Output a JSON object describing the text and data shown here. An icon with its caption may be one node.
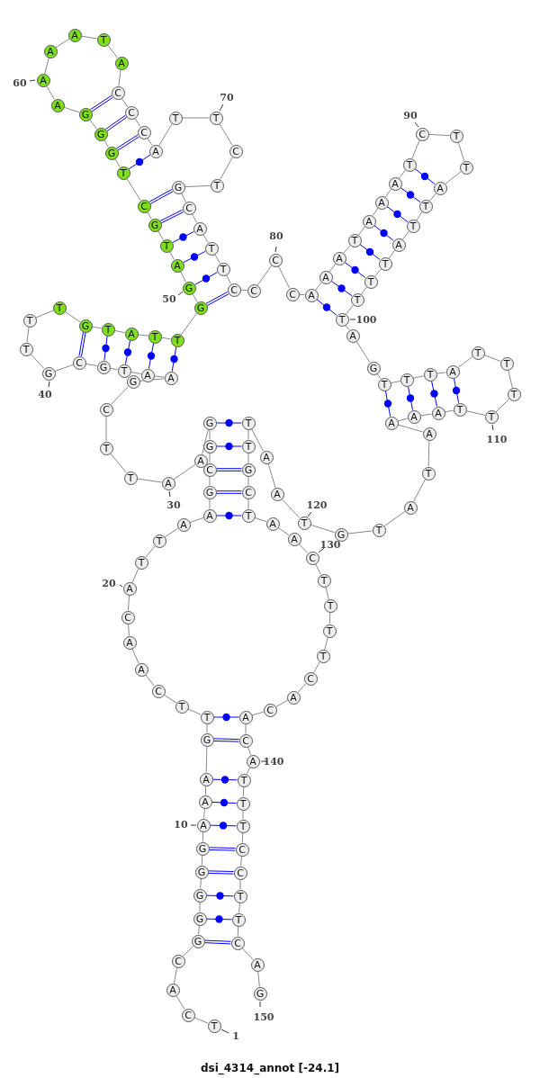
{
  "diagram": {
    "caption": "dsi_4314_annot [-24.1]",
    "nodes": [
      {
        "text": [
          "T"
        ],
        "beside": [
          "1"
        ]
      },
      {
        "text": [
          "C"
        ]
      },
      {
        "text": [
          "A"
        ]
      },
      {
        "text": [
          "C"
        ]
      },
      {
        "text": [
          "G"
        ]
      },
      {
        "text": [
          "G"
        ]
      },
      {
        "text": [
          "G"
        ]
      },
      {
        "text": [
          "G"
        ]
      },
      {
        "text": [
          "G"
        ]
      },
      {
        "text": [
          "A"
        ],
        "beside": [
          "10"
        ]
      },
      {
        "text": [
          "A"
        ]
      },
      {
        "text": [
          "A"
        ]
      },
      {
        "text": [
          "G"
        ]
      },
      {
        "text": [
          "T"
        ]
      },
      {
        "text": [
          "T"
        ]
      },
      {
        "text": [
          "C"
        ]
      },
      {
        "text": [
          "A"
        ]
      },
      {
        "text": [
          "A"
        ]
      },
      {
        "text": [
          "C"
        ]
      },
      {
        "text": [
          "A"
        ],
        "beside": [
          "20"
        ]
      },
      {
        "text": [
          "T"
        ]
      },
      {
        "text": [
          "T"
        ]
      },
      {
        "text": [
          "A"
        ]
      },
      {
        "text": [
          "A"
        ]
      },
      {
        "text": [
          "G"
        ]
      },
      {
        "text": [
          "C"
        ]
      },
      {
        "text": [
          "G"
        ]
      },
      {
        "text": [
          "G"
        ]
      },
      {
        "text": [
          "A"
        ]
      },
      {
        "text": [
          "A"
        ],
        "beside": [
          "30"
        ]
      },
      {
        "text": [
          "T"
        ]
      },
      {
        "text": [
          "T"
        ]
      },
      {
        "text": [
          "C"
        ]
      },
      {
        "text": [
          "G"
        ]
      },
      {
        "text": [
          "A"
        ]
      },
      {
        "text": [
          "A"
        ]
      },
      {
        "text": [
          "T"
        ]
      },
      {
        "text": [
          "G"
        ]
      },
      {
        "text": [
          "C"
        ]
      },
      {
        "text": [
          "G"
        ],
        "beside": [
          "40"
        ]
      },
      {
        "text": [
          "T"
        ]
      },
      {
        "text": [
          "T"
        ]
      },
      {
        "text": [
          "T"
        ]
      },
      {
        "text": [
          "G"
        ]
      },
      {
        "text": [
          "T"
        ]
      },
      {
        "text": [
          "A"
        ]
      },
      {
        "text": [
          "T"
        ]
      },
      {
        "text": [
          "T"
        ]
      },
      {
        "text": [
          "G"
        ]
      },
      {
        "text": [
          "G"
        ],
        "beside": [
          "50"
        ]
      },
      {
        "text": [
          "A"
        ]
      },
      {
        "text": [
          "T"
        ]
      },
      {
        "text": [
          "G"
        ]
      },
      {
        "text": [
          "C"
        ]
      },
      {
        "text": [
          "T"
        ]
      },
      {
        "text": [
          "G"
        ]
      },
      {
        "text": [
          "G"
        ]
      },
      {
        "text": [
          "G"
        ]
      },
      {
        "text": [
          "A"
        ]
      },
      {
        "text": [
          "A"
        ],
        "beside": [
          "60"
        ]
      },
      {
        "text": [
          "A"
        ]
      },
      {
        "text": [
          "A"
        ]
      },
      {
        "text": [
          "T"
        ]
      },
      {
        "text": [
          "A"
        ]
      },
      {
        "text": [
          "C"
        ]
      },
      {
        "text": [
          "C"
        ]
      },
      {
        "text": [
          "C"
        ]
      },
      {
        "text": [
          "A"
        ]
      },
      {
        "text": [
          "T"
        ]
      },
      {
        "text": [
          "T"
        ],
        "beside": [
          "70"
        ]
      },
      {
        "text": [
          "C"
        ]
      },
      {
        "text": [
          "T"
        ]
      },
      {
        "text": [
          "G"
        ]
      },
      {
        "text": [
          "C"
        ]
      },
      {
        "text": [
          "A"
        ]
      },
      {
        "text": [
          "T"
        ]
      },
      {
        "text": [
          "T"
        ]
      },
      {
        "text": [
          "C"
        ]
      },
      {
        "text": [
          "C"
        ]
      },
      {
        "text": [
          "C"
        ],
        "beside": [
          "80"
        ]
      },
      {
        "text": [
          "C"
        ]
      },
      {
        "text": [
          "A"
        ]
      },
      {
        "text": [
          "A"
        ]
      },
      {
        "text": [
          "A"
        ]
      },
      {
        "text": [
          "T"
        ]
      },
      {
        "text": [
          "A"
        ]
      },
      {
        "text": [
          "A"
        ]
      },
      {
        "text": [
          "A"
        ]
      },
      {
        "text": [
          "T"
        ]
      },
      {
        "text": [
          "C"
        ],
        "beside": [
          "90"
        ]
      },
      {
        "text": [
          "T"
        ]
      },
      {
        "text": [
          "T"
        ]
      },
      {
        "text": [
          "A"
        ]
      },
      {
        "text": [
          "T"
        ]
      },
      {
        "text": [
          "T"
        ]
      },
      {
        "text": [
          "A"
        ]
      },
      {
        "text": [
          "T"
        ]
      },
      {
        "text": [
          "T"
        ]
      },
      {
        "text": [
          "T"
        ]
      },
      {
        "text": [
          "T"
        ],
        "beside": [
          "100"
        ]
      },
      {
        "text": [
          "A"
        ]
      },
      {
        "text": [
          "G"
        ]
      },
      {
        "text": [
          "T"
        ]
      },
      {
        "text": [
          "T"
        ]
      },
      {
        "text": [
          "T"
        ]
      },
      {
        "text": [
          "A"
        ]
      },
      {
        "text": [
          "T"
        ]
      },
      {
        "text": [
          "T"
        ]
      },
      {
        "text": [
          "T"
        ]
      },
      {
        "text": [
          "T"
        ],
        "beside": [
          "110"
        ]
      },
      {
        "text": [
          "T"
        ]
      },
      {
        "text": [
          "A"
        ]
      },
      {
        "text": [
          "A"
        ]
      },
      {
        "text": [
          "A"
        ]
      },
      {
        "text": [
          "A"
        ]
      },
      {
        "text": [
          "T"
        ]
      },
      {
        "text": [
          "A"
        ]
      },
      {
        "text": [
          "T"
        ]
      },
      {
        "text": [
          "G"
        ]
      },
      {
        "text": [
          "T"
        ],
        "beside": [
          "120"
        ]
      },
      {
        "text": [
          "A"
        ]
      },
      {
        "text": [
          "A"
        ]
      },
      {
        "text": [
          "T"
        ]
      },
      {
        "text": [
          "T"
        ]
      },
      {
        "text": [
          "G"
        ]
      },
      {
        "text": [
          "C"
        ]
      },
      {
        "text": [
          "T"
        ]
      },
      {
        "text": [
          "A"
        ]
      },
      {
        "text": [
          "A"
        ]
      },
      {
        "text": [
          "C"
        ],
        "beside": [
          "130"
        ]
      },
      {
        "text": [
          "T"
        ]
      },
      {
        "text": [
          "T"
        ]
      },
      {
        "text": [
          "T"
        ]
      },
      {
        "text": [
          "T"
        ]
      },
      {
        "text": [
          "C"
        ]
      },
      {
        "text": [
          "A"
        ]
      },
      {
        "text": [
          "C"
        ]
      },
      {
        "text": [
          "A"
        ]
      },
      {
        "text": [
          "C"
        ]
      },
      {
        "text": [
          "A"
        ],
        "beside": [
          "140"
        ]
      },
      {
        "text": [
          "T"
        ]
      },
      {
        "text": [
          "T"
        ]
      },
      {
        "text": [
          "T"
        ]
      },
      {
        "text": [
          "C"
        ]
      },
      {
        "text": [
          "C"
        ]
      },
      {
        "text": [
          "T"
        ]
      },
      {
        "text": [
          "T"
        ]
      },
      {
        "text": [
          "C"
        ]
      },
      {
        "text": [
          "A"
        ]
      },
      {
        "text": [
          "G"
        ],
        "beside": [
          "150"
        ]
      }
    ],
    "edges": [
      {
        "from": 0,
        "to": 1,
        "arrow": "none"
      },
      {
        "from": 1,
        "to": 2,
        "arrow": "none"
      },
      {
        "from": 2,
        "to": 3,
        "arrow": "none"
      },
      {
        "from": 3,
        "to": 4,
        "arrow": "none"
      },
      {
        "from": 4,
        "to": 5,
        "arrow": "none"
      },
      {
        "from": 5,
        "to": 6,
        "arrow": "none"
      },
      {
        "from": 6,
        "to": 7,
        "arrow": "none"
      },
      {
        "from": 7,
        "to": 8,
        "arrow": "none"
      },
      {
        "from": 8,
        "to": 9,
        "arrow": "none"
      },
      {
        "from": 9,
        "to": 10,
        "arrow": "none"
      },
      {
        "from": 10,
        "to": 11,
        "arrow": "none"
      },
      {
        "from": 11,
        "to": 12,
        "arrow": "none"
      },
      {
        "from": 12,
        "to": 13,
        "arrow": "none"
      },
      {
        "from": 13,
        "to": 14,
        "arrow": "none"
      },
      {
        "from": 14,
        "to": 15,
        "arrow": "none"
      },
      {
        "from": 15,
        "to": 16,
        "arrow": "none"
      },
      {
        "from": 16,
        "to": 17,
        "arrow": "none"
      },
      {
        "from": 17,
        "to": 18,
        "arrow": "none"
      },
      {
        "from": 18,
        "to": 19,
        "arrow": "none"
      },
      {
        "from": 19,
        "to": 20,
        "arrow": "none"
      },
      {
        "from": 20,
        "to": 21,
        "arrow": "none"
      },
      {
        "from": 21,
        "to": 22,
        "arrow": "none"
      },
      {
        "from": 22,
        "to": 23,
        "arrow": "none"
      },
      {
        "from": 23,
        "to": 24,
        "arrow": "none"
      },
      {
        "from": 24,
        "to": 25,
        "arrow": "none"
      },
      {
        "from": 25,
        "to": 26,
        "arrow": "none"
      },
      {
        "from": 26,
        "to": 27,
        "arrow": "none"
      },
      {
        "from": 27,
        "to": 28,
        "arrow": "none"
      },
      {
        "from": 28,
        "to": 29,
        "arrow": "none"
      },
      {
        "from": 29,
        "to": 30,
        "arrow": "none"
      },
      {
        "from": 30,
        "to": 31,
        "arrow": "none"
      },
      {
        "from": 31,
        "to": 32,
        "arrow": "none"
      },
      {
        "from": 32,
        "to": 33,
        "arrow": "none"
      },
      {
        "from": 33,
        "to": 34,
        "arrow": "none"
      },
      {
        "from": 34,
        "to": 35,
        "arrow": "none"
      },
      {
        "from": 35,
        "to": 36,
        "arrow": "none"
      },
      {
        "from": 36,
        "to": 37,
        "arrow": "none"
      },
      {
        "from": 37,
        "to": 38,
        "arrow": "none"
      },
      {
        "from": 38,
        "to": 39,
        "arrow": "none"
      },
      {
        "from": 39,
        "to": 40,
        "arrow": "none"
      },
      {
        "from": 40,
        "to": 41,
        "arrow": "none"
      },
      {
        "from": 41,
        "to": 42,
        "arrow": "none"
      },
      {
        "from": 42,
        "to": 43,
        "arrow": "none"
      },
      {
        "from": 43,
        "to": 44,
        "arrow": "none"
      },
      {
        "from": 44,
        "to": 45,
        "arrow": "none"
      },
      {
        "from": 45,
        "to": 46,
        "arrow": "none"
      },
      {
        "from": 46,
        "to": 47,
        "arrow": "none"
      },
      {
        "from": 47,
        "to": 48,
        "arrow": "none"
      },
      {
        "from": 48,
        "to": 49,
        "arrow": "none"
      },
      {
        "from": 49,
        "to": 50,
        "arrow": "none"
      },
      {
        "from": 50,
        "to": 51,
        "arrow": "none"
      },
      {
        "from": 51,
        "to": 52,
        "arrow": "none"
      },
      {
        "from": 52,
        "to": 53,
        "arrow": "none"
      },
      {
        "from": 53,
        "to": 54,
        "arrow": "none"
      },
      {
        "from": 54,
        "to": 55,
        "arrow": "none"
      },
      {
        "from": 55,
        "to": 56,
        "arrow": "none"
      },
      {
        "from": 56,
        "to": 57,
        "arrow": "none"
      },
      {
        "from": 57,
        "to": 58,
        "arrow": "none"
      },
      {
        "from": 58,
        "to": 59,
        "arrow": "none"
      },
      {
        "from": 59,
        "to": 60,
        "arrow": "none"
      },
      {
        "from": 60,
        "to": 61,
        "arrow": "none"
      },
      {
        "from": 61,
        "to": 62,
        "arrow": "none"
      },
      {
        "from": 62,
        "to": 63,
        "arrow": "none"
      },
      {
        "from": 63,
        "to": 64,
        "arrow": "none"
      },
      {
        "from": 64,
        "to": 65,
        "arrow": "none"
      },
      {
        "from": 65,
        "to": 66,
        "arrow": "none"
      },
      {
        "from": 66,
        "to": 67,
        "arrow": "none"
      },
      {
        "from": 67,
        "to": 68,
        "arrow": "none"
      },
      {
        "from": 68,
        "to": 69,
        "arrow": "none"
      },
      {
        "from": 69,
        "to": 70,
        "arrow": "none"
      },
      {
        "from": 70,
        "to": 71,
        "arrow": "none"
      },
      {
        "from": 71,
        "to": 72,
        "arrow": "none"
      },
      {
        "from": 72,
        "to": 73,
        "arrow": "none"
      },
      {
        "from": 73,
        "to": 74,
        "arrow": "none"
      },
      {
        "from": 74,
        "to": 75,
        "arrow": "none"
      },
      {
        "from": 75,
        "to": 76,
        "arrow": "none"
      },
      {
        "from": 76,
        "to": 77,
        "arrow": "none"
      },
      {
        "from": 77,
        "to": 78,
        "arrow": "none"
      },
      {
        "from": 78,
        "to": 79,
        "arrow": "none"
      },
      {
        "from": 79,
        "to": 80,
        "arrow": "none"
      },
      {
        "from": 80,
        "to": 81,
        "arrow": "none"
      },
      {
        "from": 81,
        "to": 82,
        "arrow": "none"
      },
      {
        "from": 82,
        "to": 83,
        "arrow": "none"
      },
      {
        "from": 83,
        "to": 84,
        "arrow": "none"
      },
      {
        "from": 84,
        "to": 85,
        "arrow": "none"
      },
      {
        "from": 85,
        "to": 86,
        "arrow": "none"
      },
      {
        "from": 86,
        "to": 87,
        "arrow": "none"
      },
      {
        "from": 87,
        "to": 88,
        "arrow": "none"
      },
      {
        "from": 88,
        "to": 89,
        "arrow": "none"
      },
      {
        "from": 89,
        "to": 90,
        "arrow": "none"
      },
      {
        "from": 90,
        "to": 91,
        "arrow": "none"
      },
      {
        "from": 91,
        "to": 92,
        "arrow": "none"
      },
      {
        "from": 92,
        "to": 93,
        "arrow": "none"
      },
      {
        "from": 93,
        "to": 94,
        "arrow": "none"
      },
      {
        "from": 94,
        "to": 95,
        "arrow": "none"
      },
      {
        "from": 95,
        "to": 96,
        "arrow": "none"
      },
      {
        "from": 96,
        "to": 97,
        "arrow": "none"
      },
      {
        "from": 97,
        "to": 98,
        "arrow": "none"
      },
      {
        "from": 98,
        "to": 99,
        "arrow": "none"
      },
      {
        "from": 99,
        "to": 100,
        "arrow": "none"
      },
      {
        "from": 100,
        "to": 101,
        "arrow": "none"
      },
      {
        "from": 101,
        "to": 102,
        "arrow": "none"
      },
      {
        "from": 102,
        "to": 103,
        "arrow": "none"
      },
      {
        "from": 103,
        "to": 104,
        "arrow": "none"
      },
      {
        "from": 104,
        "to": 105,
        "arrow": "none"
      },
      {
        "from": 105,
        "to": 106,
        "arrow": "none"
      },
      {
        "from": 106,
        "to": 107,
        "arrow": "none"
      },
      {
        "from": 107,
        "to": 108,
        "arrow": "none"
      },
      {
        "from": 108,
        "to": 109,
        "arrow": "none"
      },
      {
        "from": 109,
        "to": 110,
        "arrow": "none"
      },
      {
        "from": 110,
        "to": 111,
        "arrow": "none"
      },
      {
        "from": 111,
        "to": 112,
        "arrow": "none"
      },
      {
        "from": 112,
        "to": 113,
        "arrow": "none"
      },
      {
        "from": 113,
        "to": 114,
        "arrow": "none"
      },
      {
        "from": 114,
        "to": 115,
        "arrow": "none"
      },
      {
        "from": 115,
        "to": 116,
        "arrow": "none"
      },
      {
        "from": 116,
        "to": 117,
        "arrow": "none"
      },
      {
        "from": 117,
        "to": 118,
        "arrow": "none"
      },
      {
        "from": 118,
        "to": 119,
        "arrow": "none"
      },
      {
        "from": 119,
        "to": 120,
        "arrow": "none"
      },
      {
        "from": 120,
        "to": 121,
        "arrow": "none"
      },
      {
        "from": 121,
        "to": 122,
        "arrow": "none"
      },
      {
        "from": 122,
        "to": 123,
        "arrow": "none"
      },
      {
        "from": 123,
        "to": 124,
        "arrow": "none"
      },
      {
        "from": 124,
        "to": 125,
        "arrow": "none"
      },
      {
        "from": 125,
        "to": 126,
        "arrow": "none"
      },
      {
        "from": 126,
        "to": 127,
        "arrow": "none"
      },
      {
        "from": 127,
        "to": 128,
        "arrow": "none"
      },
      {
        "from": 128,
        "to": 129,
        "arrow": "none"
      },
      {
        "from": 129,
        "to": 130,
        "arrow": "none"
      },
      {
        "from": 130,
        "to": 131,
        "arrow": "none"
      },
      {
        "from": 131,
        "to": 132,
        "arrow": "none"
      },
      {
        "from": 132,
        "to": 133,
        "arrow": "none"
      },
      {
        "from": 133,
        "to": 134,
        "arrow": "none"
      },
      {
        "from": 134,
        "to": 135,
        "arrow": "none"
      },
      {
        "from": 135,
        "to": 136,
        "arrow": "none"
      },
      {
        "from": 136,
        "to": 137,
        "arrow": "none"
      },
      {
        "from": 137,
        "to": 138,
        "arrow": "none"
      },
      {
        "from": 138,
        "to": 139,
        "arrow": "none"
      },
      {
        "from": 139,
        "to": 140,
        "arrow": "none"
      },
      {
        "from": 140,
        "to": 141,
        "arrow": "none"
      },
      {
        "from": 141,
        "to": 142,
        "arrow": "none"
      },
      {
        "from": 142,
        "to": 143,
        "arrow": "none"
      },
      {
        "from": 143,
        "to": 144,
        "arrow": "none"
      },
      {
        "from": 144,
        "to": 145,
        "arrow": "none"
      },
      {
        "from": 145,
        "to": 146,
        "arrow": "none"
      },
      {
        "from": 146,
        "to": 147,
        "arrow": "none"
      },
      {
        "from": 147,
        "to": 148,
        "arrow": "none"
      },
      {
        "from": 148,
        "to": 149,
        "arrow": "none"
      },
      {
        "from": 4,
        "to": 147,
        "arrow": "none",
        "color": "#0000ff"
      },
      {
        "from": 5,
        "to": 146,
        "arrow": "none",
        "color": "#0000ff"
      },
      {
        "from": 6,
        "to": 145,
        "arrow": "none",
        "color": "#0000ff"
      },
      {
        "from": 7,
        "to": 144,
        "arrow": "none",
        "color": "#0000ff"
      },
      {
        "from": 8,
        "to": 143,
        "arrow": "none",
        "color": "#0000ff"
      },
      {
        "from": 9,
        "to": 142,
        "arrow": "none",
        "color": "#0000ff"
      },
      {
        "from": 10,
        "to": 141,
        "arrow": "none",
        "color": "#0000ff"
      },
      {
        "from": 11,
        "to": 140,
        "arrow": "none",
        "color": "#0000ff"
      },
      {
        "from": 12,
        "to": 138,
        "arrow": "none",
        "color": "#0000ff"
      },
      {
        "from": 13,
        "to": 137,
        "arrow": "none",
        "color": "#0000ff"
      },
      {
        "from": 23,
        "to": 126,
        "arrow": "none",
        "color": "#0000ff"
      },
      {
        "from": 24,
        "to": 125,
        "arrow": "none",
        "color": "#0000ff"
      },
      {
        "from": 25,
        "to": 124,
        "arrow": "none",
        "color": "#0000ff"
      },
      {
        "from": 26,
        "to": 123,
        "arrow": "none",
        "color": "#0000ff"
      },
      {
        "from": 27,
        "to": 122,
        "arrow": "none",
        "color": "#0000ff"
      },
      {
        "from": 34,
        "to": 47,
        "arrow": "none",
        "color": "#0000ff"
      },
      {
        "from": 35,
        "to": 46,
        "arrow": "none",
        "color": "#0000ff"
      },
      {
        "from": 36,
        "to": 45,
        "arrow": "none",
        "color": "#0000ff"
      },
      {
        "from": 37,
        "to": 44,
        "arrow": "none",
        "color": "#0000ff"
      },
      {
        "from": 38,
        "to": 43,
        "arrow": "none",
        "color": "#0000ff"
      },
      {
        "from": 48,
        "to": 77,
        "arrow": "none",
        "color": "#0000ff"
      },
      {
        "from": 49,
        "to": 76,
        "arrow": "none",
        "color": "#0000ff"
      },
      {
        "from": 50,
        "to": 75,
        "arrow": "none",
        "color": "#0000ff"
      },
      {
        "from": 51,
        "to": 74,
        "arrow": "none",
        "color": "#0000ff"
      },
      {
        "from": 52,
        "to": 73,
        "arrow": "none",
        "color": "#0000ff"
      },
      {
        "from": 53,
        "to": 72,
        "arrow": "none",
        "color": "#0000ff"
      },
      {
        "from": 54,
        "to": 67,
        "arrow": "none",
        "color": "#0000ff"
      },
      {
        "from": 55,
        "to": 66,
        "arrow": "none",
        "color": "#0000ff"
      },
      {
        "from": 56,
        "to": 65,
        "arrow": "none",
        "color": "#0000ff"
      },
      {
        "from": 57,
        "to": 64,
        "arrow": "none",
        "color": "#0000ff"
      },
      {
        "from": 81,
        "to": 99,
        "arrow": "none",
        "color": "#0000ff"
      },
      {
        "from": 82,
        "to": 98,
        "arrow": "none",
        "color": "#0000ff"
      },
      {
        "from": 83,
        "to": 97,
        "arrow": "none",
        "color": "#0000ff"
      },
      {
        "from": 84,
        "to": 96,
        "arrow": "none",
        "color": "#0000ff"
      },
      {
        "from": 85,
        "to": 95,
        "arrow": "none",
        "color": "#0000ff"
      },
      {
        "from": 86,
        "to": 94,
        "arrow": "none",
        "color": "#0000ff"
      },
      {
        "from": 87,
        "to": 93,
        "arrow": "none",
        "color": "#0000ff"
      },
      {
        "from": 88,
        "to": 92,
        "arrow": "none",
        "color": "#0000ff"
      },
      {
        "from": 102,
        "to": 113,
        "arrow": "none",
        "color": "#0000ff"
      },
      {
        "from": 103,
        "to": 112,
        "arrow": "none",
        "color": "#0000ff"
      },
      {
        "from": 104,
        "to": 111,
        "arrow": "none",
        "color": "#0000ff"
      },
      {
        "from": 105,
        "to": 110,
        "arrow": "none",
        "color": "#0000ff"
      }
    ]
  }
}
